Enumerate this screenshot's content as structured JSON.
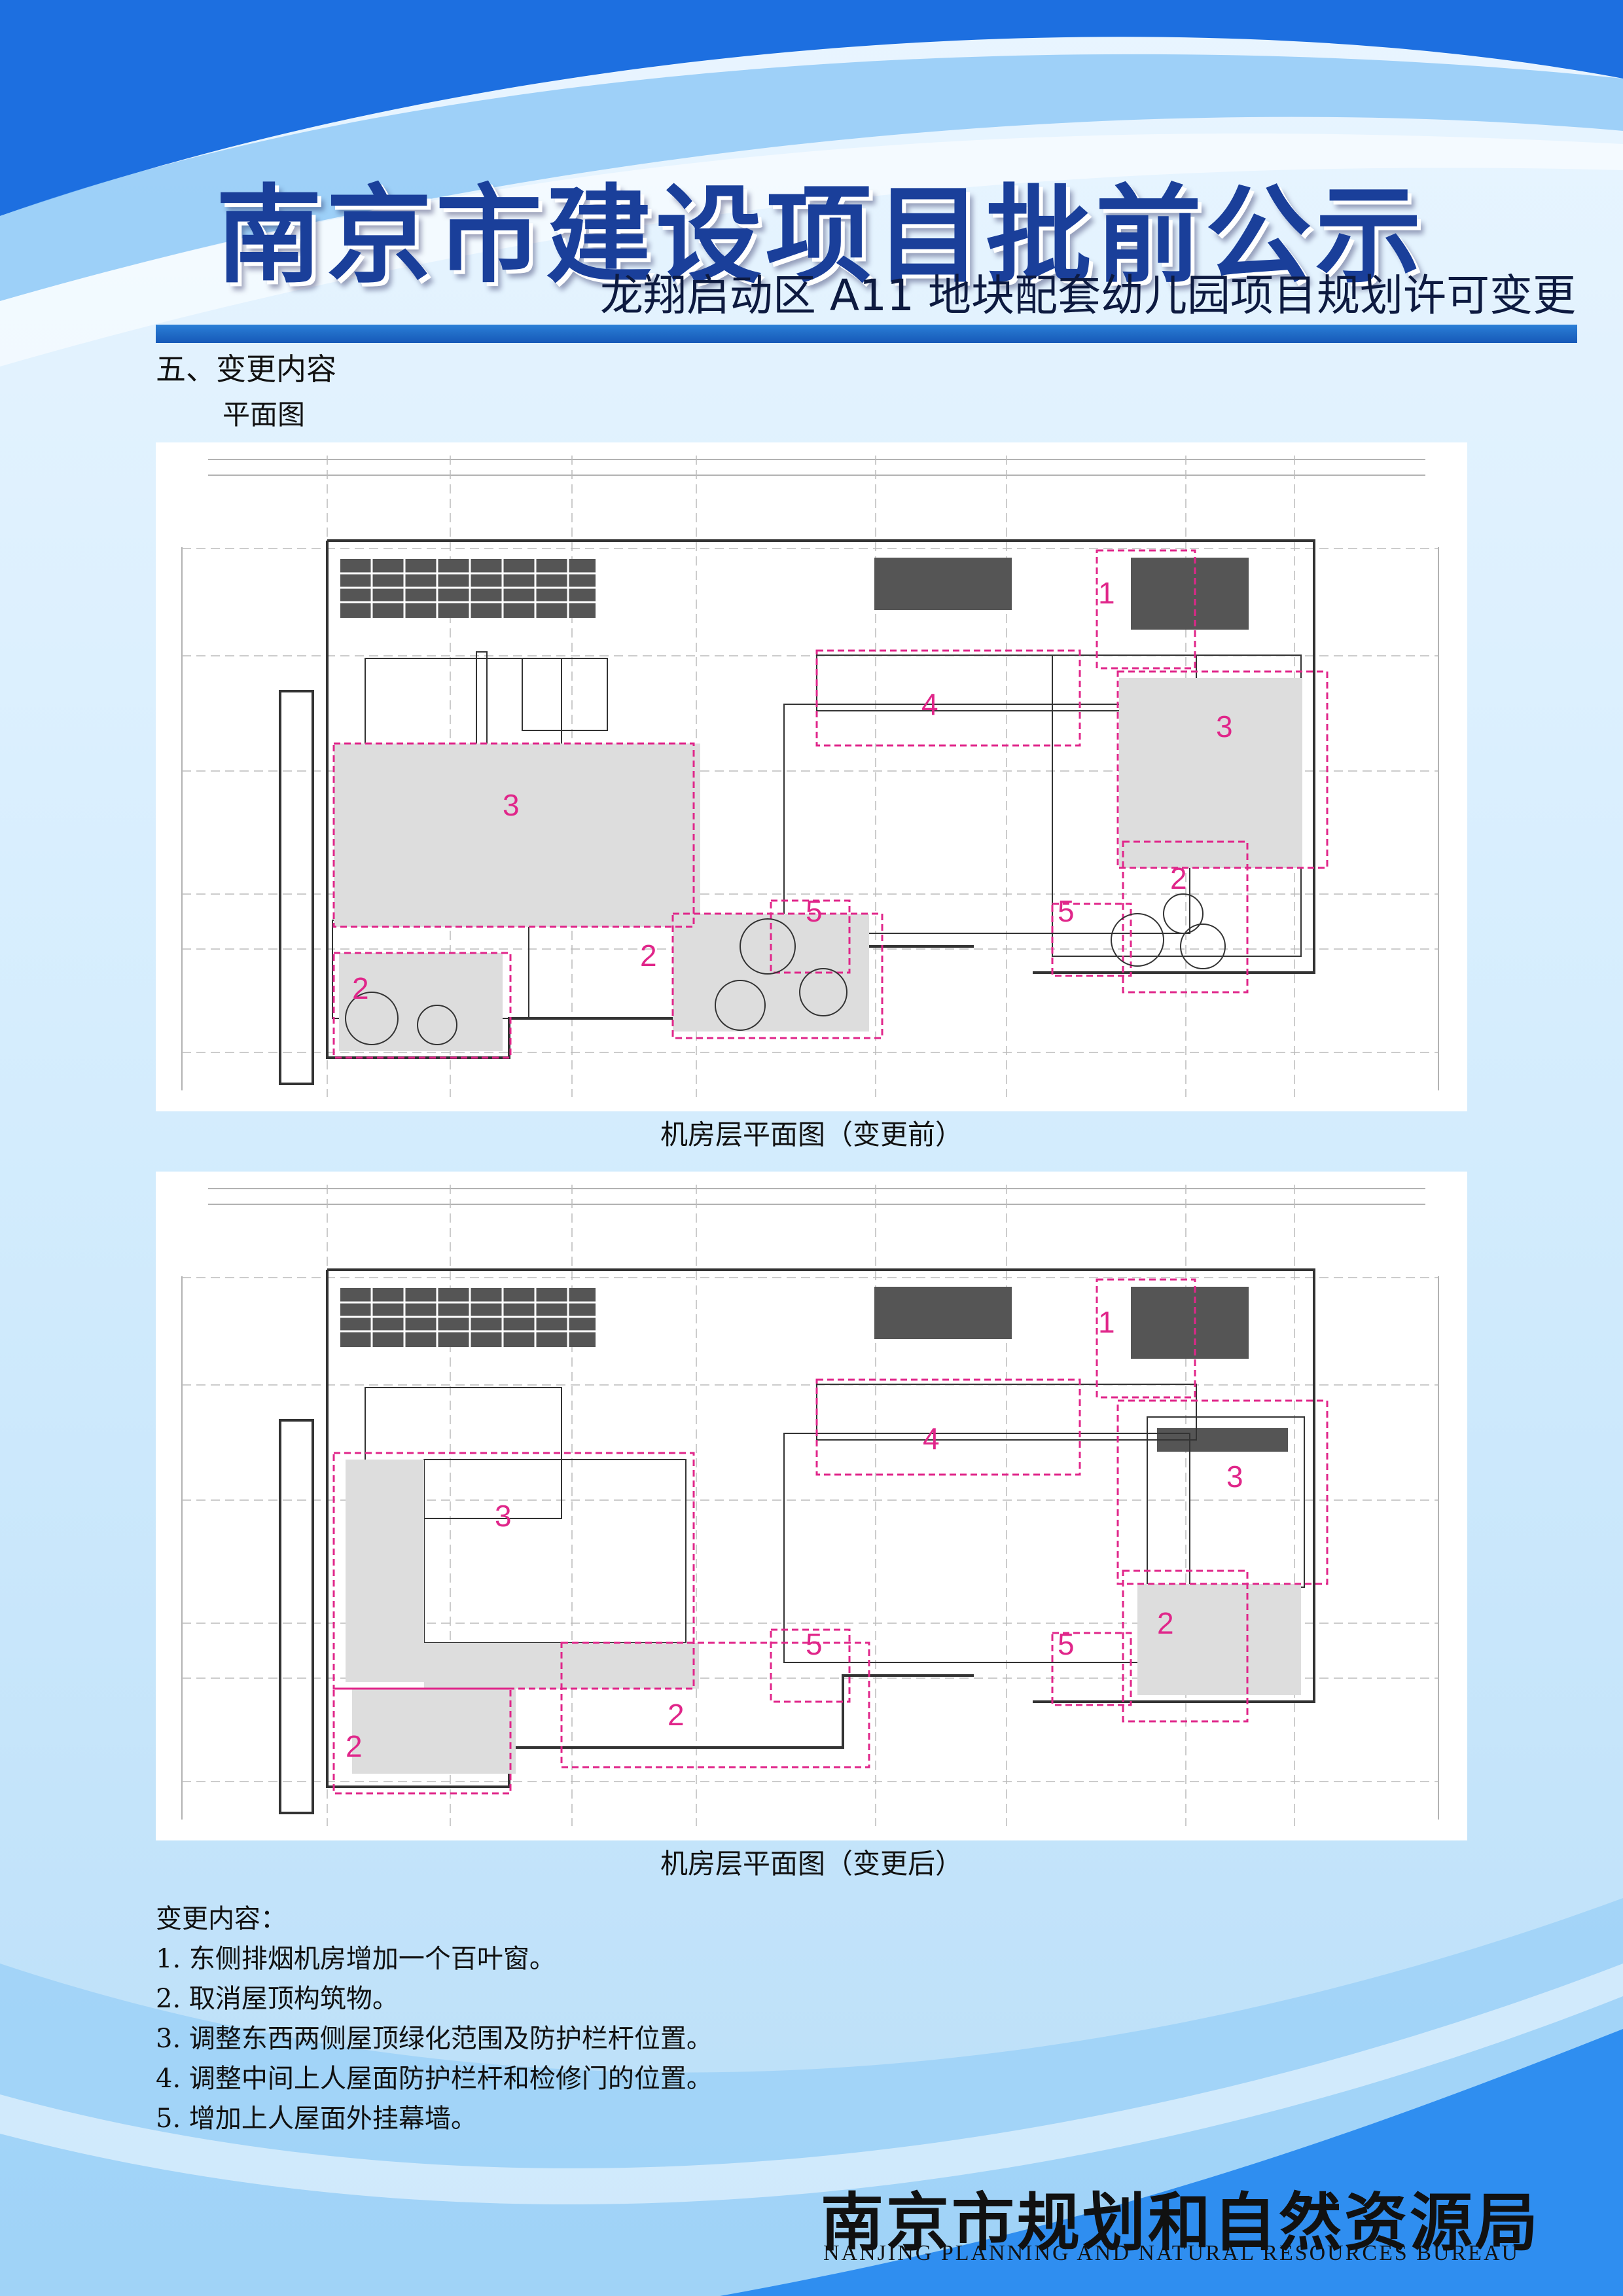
{
  "header": {
    "title": "南京市建设项目批前公示",
    "subtitle": "龙翔启动区 A11 地块配套幼儿园项目规划许可变更"
  },
  "section": {
    "heading": "五、变更内容",
    "sub_heading": "平面图"
  },
  "drawings": [
    {
      "caption": "机房层平面图（变更前）",
      "zone_labels": [
        "1",
        "2",
        "2",
        "2",
        "3",
        "3",
        "4",
        "5",
        "5"
      ]
    },
    {
      "caption": "机房层平面图（变更后）",
      "zone_labels": [
        "1",
        "2",
        "2",
        "2",
        "3",
        "3",
        "4",
        "5",
        "5"
      ]
    }
  ],
  "changes": {
    "heading": "变更内容：",
    "items": [
      "1. 东侧排烟机房增加一个百叶窗。",
      "2. 取消屋顶构筑物。",
      "3. 调整东西两侧屋顶绿化范围及防护栏杆位置。",
      "4. 调整中间上人屋面防护栏杆和检修门的位置。",
      "5.  增加上人屋面外挂幕墙。"
    ]
  },
  "footer": {
    "org_cn": "南京市规划和自然资源局",
    "org_en": "NANJING PLANNING AND NATURAL RESOURCES BUREAU"
  },
  "colors": {
    "title_blue": "#1a3f9a",
    "rule_blue": "#1659b8",
    "zone_magenta": "#e0268a",
    "background": "#c9e6fb"
  }
}
